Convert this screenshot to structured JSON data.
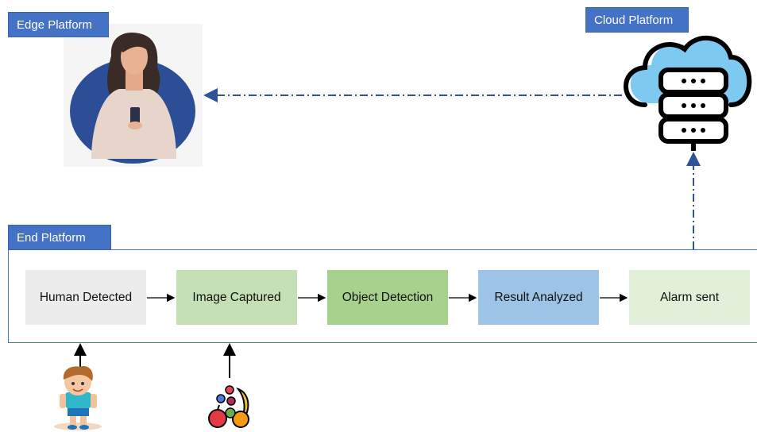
{
  "platforms": {
    "edge": "Edge Platform",
    "cloud": "Cloud Platform",
    "end": "End Platform"
  },
  "steps": [
    {
      "label": "Human Detected"
    },
    {
      "label": "Image Captured"
    },
    {
      "label": "Object Detection"
    },
    {
      "label": "Result Analyzed"
    },
    {
      "label": "Alarm sent"
    }
  ],
  "colors": {
    "tag": "#4472c4",
    "step_gray": "#ececec",
    "step_light_green": "#c5e0b4",
    "step_green": "#a9d18e",
    "step_blue": "#9dc3e6",
    "step_pale_green": "#e2f0d9",
    "dashed_link": "#2f5597"
  },
  "icons": [
    "woman-phone-icon",
    "cloud-server-icon",
    "child-icon",
    "fruits-icon"
  ]
}
